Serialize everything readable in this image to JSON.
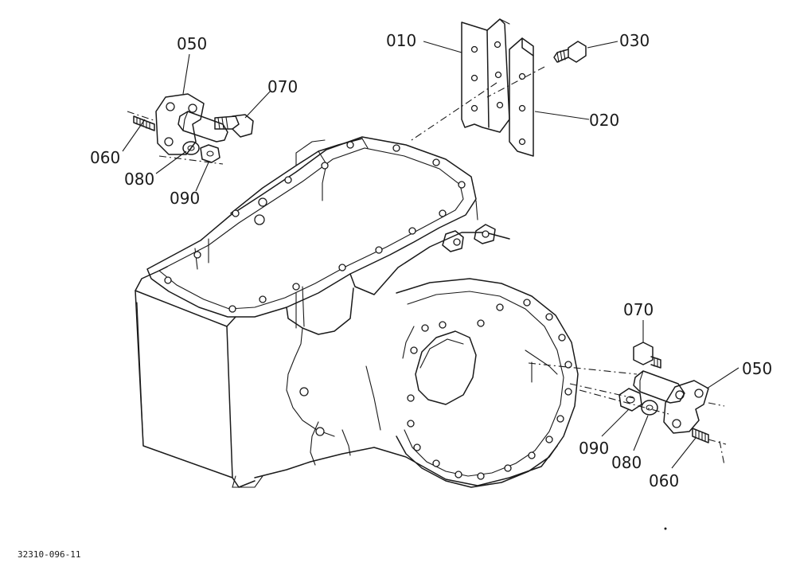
{
  "callouts": [
    {
      "id": "c010",
      "text": "010"
    },
    {
      "id": "c020",
      "text": "020"
    },
    {
      "id": "c030",
      "text": "030"
    },
    {
      "id": "c050a",
      "text": "050"
    },
    {
      "id": "c060a",
      "text": "060"
    },
    {
      "id": "c070a",
      "text": "070"
    },
    {
      "id": "c080a",
      "text": "080"
    },
    {
      "id": "c090a",
      "text": "090"
    },
    {
      "id": "c050b",
      "text": "050"
    },
    {
      "id": "c060b",
      "text": "060"
    },
    {
      "id": "c070b",
      "text": "070"
    },
    {
      "id": "c080b",
      "text": "080"
    },
    {
      "id": "c090b",
      "text": "090"
    }
  ],
  "drawing_code": "32310-096-11"
}
